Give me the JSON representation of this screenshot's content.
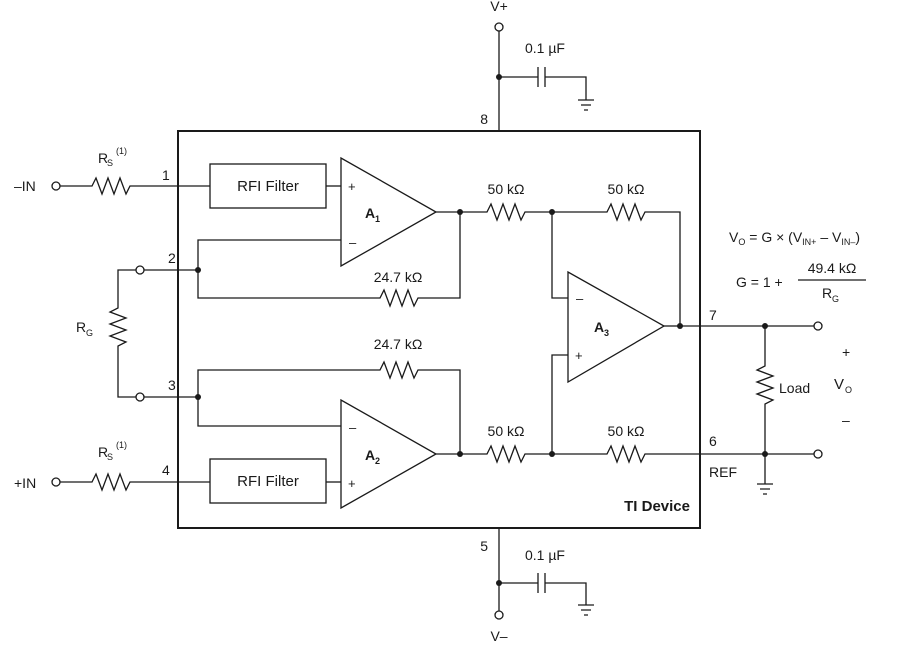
{
  "device_label": "TI Device",
  "supply": {
    "vplus": "V+",
    "vminus": "V–",
    "cap_top": "0.1 µF",
    "cap_bottom": "0.1 µF"
  },
  "pins": {
    "p1": "1",
    "p2": "2",
    "p3": "3",
    "p4": "4",
    "p5": "5",
    "p6": "6",
    "p7": "7",
    "p8": "8"
  },
  "inputs": {
    "minus": "–IN",
    "plus": "+IN"
  },
  "rs": {
    "main": "R",
    "sub": "S",
    "note": "(1)"
  },
  "rg": {
    "main": "R",
    "sub": "G"
  },
  "rfi_filter_top": "RFI Filter",
  "rfi_filter_bottom": "RFI Filter",
  "amps": {
    "a1": {
      "main": "A",
      "sub": "1"
    },
    "a2": {
      "main": "A",
      "sub": "2"
    },
    "a3": {
      "main": "A",
      "sub": "3"
    }
  },
  "signs": {
    "plus": "+",
    "minus": "–"
  },
  "resistors": {
    "r50_top_left": "50 kΩ",
    "r50_top_right": "50 kΩ",
    "r50_bot_left": "50 kΩ",
    "r50_bot_right": "50 kΩ",
    "r247_top": "24.7 kΩ",
    "r247_bot": "24.7 kΩ"
  },
  "output": {
    "load": "Load",
    "vo_main": "V",
    "vo_sub": "O",
    "plus": "+",
    "minus": "–",
    "ref": "REF"
  },
  "equations": {
    "vo_lhs_main": "V",
    "vo_lhs_sub": "O",
    "vo_mid": " = G × (V",
    "vin_plus_sub": "IN+",
    "vo_minus": " – V",
    "vin_minus_sub": "IN–",
    "vo_close": ")",
    "gain_lhs": "G = 1 +",
    "gain_num": "49.4 kΩ",
    "gain_den_main": "R",
    "gain_den_sub": "G"
  }
}
